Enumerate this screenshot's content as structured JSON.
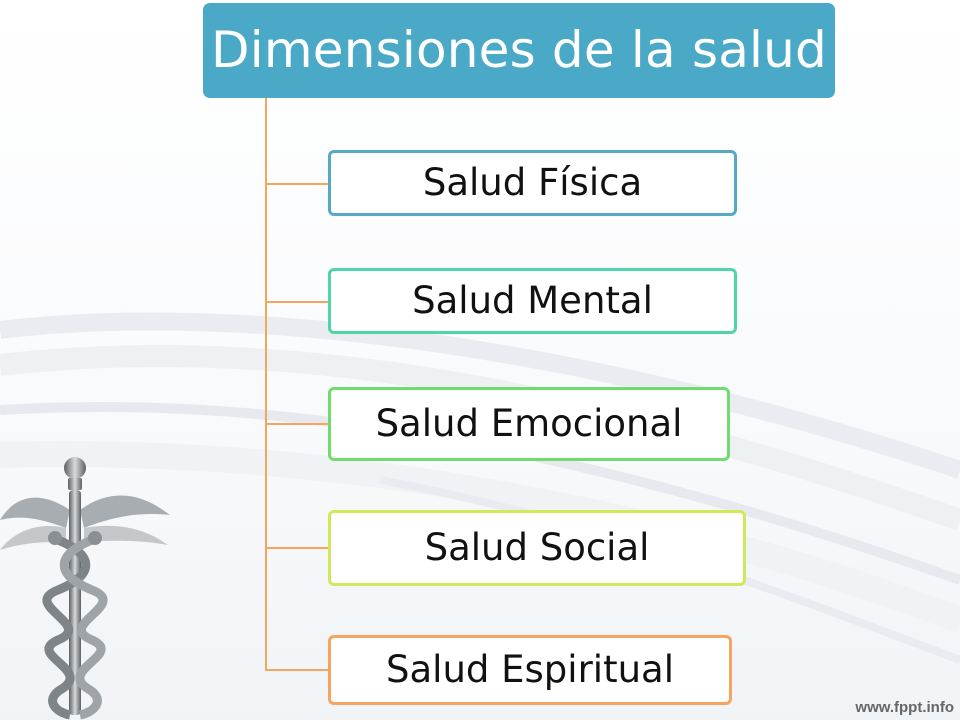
{
  "diagram": {
    "title": "Dimensiones de la salud",
    "title_color": "#4aa9c7",
    "connector_color": "#f5a65b",
    "items": [
      {
        "label": "Salud Física",
        "border": "#57aac3"
      },
      {
        "label": "Salud Mental",
        "border": "#4fd5a8"
      },
      {
        "label": "Salud Emocional",
        "border": "#6fdc6b"
      },
      {
        "label": "Salud Social",
        "border": "#cfe95a"
      },
      {
        "label": "Salud Espiritual",
        "border": "#f7a55e"
      }
    ]
  },
  "footer": {
    "website": "www.fppt.info"
  }
}
